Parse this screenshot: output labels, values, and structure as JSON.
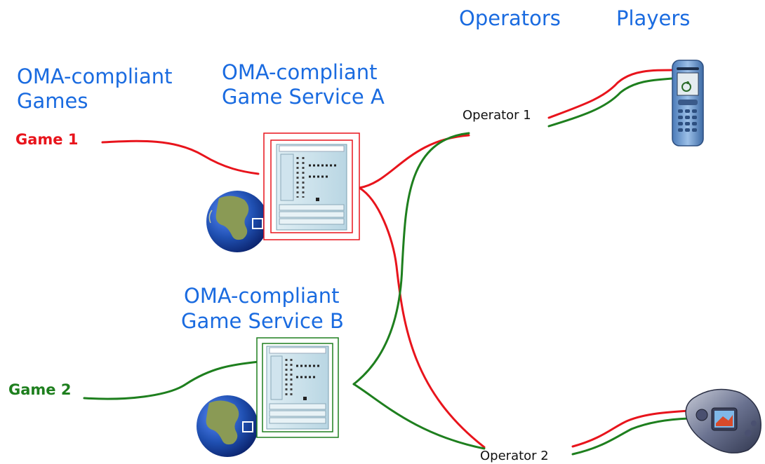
{
  "headers": {
    "operators": "Operators",
    "players": "Players",
    "games_line1": "OMA-compliant",
    "games_line2": "Games",
    "service_a_line1": "OMA-compliant",
    "service_a_line2": "Game Service A",
    "service_b_line1": "OMA-compliant",
    "service_b_line2": "Game Service B"
  },
  "games": {
    "game1": "Game 1",
    "game2": "Game 2"
  },
  "operators": {
    "op1": "Operator 1",
    "op2": "Operator 2"
  },
  "colors": {
    "header_blue": "#1a6be0",
    "game_red": "#e8141c",
    "game_green": "#1e7f1e",
    "globe_blue": "#1f4fb0",
    "land_green": "#8a9a55"
  }
}
